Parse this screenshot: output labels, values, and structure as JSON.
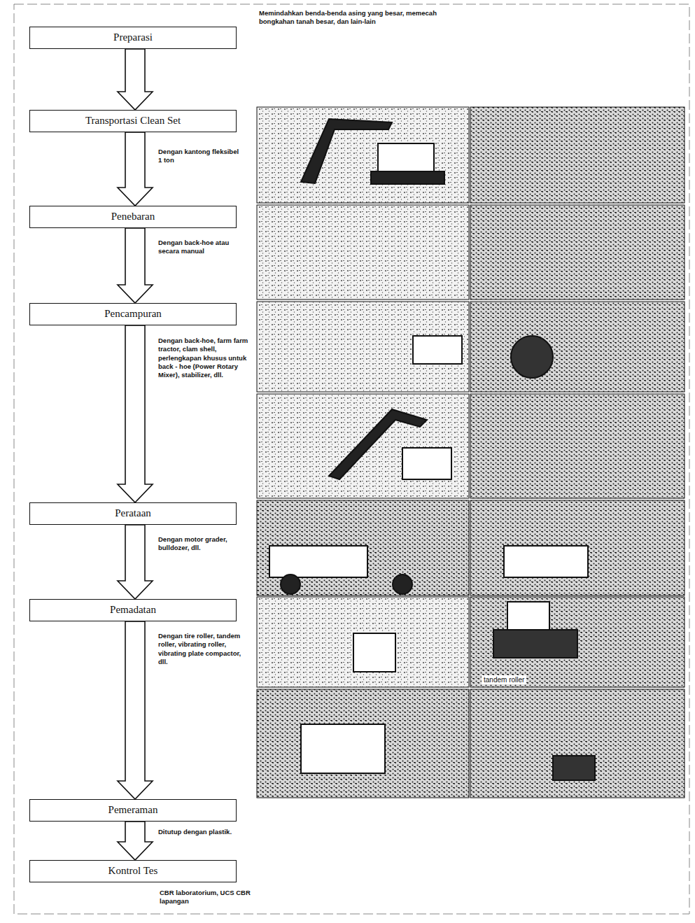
{
  "diagram": {
    "nodes": [
      {
        "text": [
          "Preparasi"
        ]
      },
      {
        "text": [
          "Transportasi Clean Set"
        ]
      },
      {
        "text": [
          "Penebaran"
        ]
      },
      {
        "text": [
          "Pencampuran"
        ]
      },
      {
        "text": [
          "Perataan"
        ]
      },
      {
        "text": [
          "Pemadatan"
        ]
      },
      {
        "text": [
          "Pemeraman"
        ]
      },
      {
        "text": [
          "Kontrol Tes"
        ]
      }
    ],
    "edges": [
      {
        "from": 0,
        "to": 1,
        "arrow": "to"
      },
      {
        "from": 1,
        "to": 2,
        "arrow": "to"
      },
      {
        "from": 2,
        "to": 3,
        "arrow": "to"
      },
      {
        "from": 3,
        "to": 4,
        "arrow": "to"
      },
      {
        "from": 4,
        "to": 5,
        "arrow": "to"
      },
      {
        "from": 5,
        "to": 6,
        "arrow": "to"
      },
      {
        "from": 6,
        "to": 7,
        "arrow": "to"
      }
    ],
    "labels": [
      "Memindahkan benda-benda asing yang besar, memecah bongkahan tanah besar, dan lain-lain",
      "Dengan kantong fleksibel 1 ton",
      "Dengan back-hoe atau secara manual",
      "Dengan back-hoe, farm farm tractor, clam shell, perlengkapan khusus untuk back - hoe (Power Rotary Mixer), stabilizer, dll.",
      "Dengan motor grader, bulldozer, dll.",
      "Dengan tire roller, tandem roller, vibrating roller, vibrating plate compactor, dll.",
      "Ditutup dengan plastik.",
      "CBR laboratorium, UCS CBR lapangan",
      "tandem roller"
    ]
  }
}
